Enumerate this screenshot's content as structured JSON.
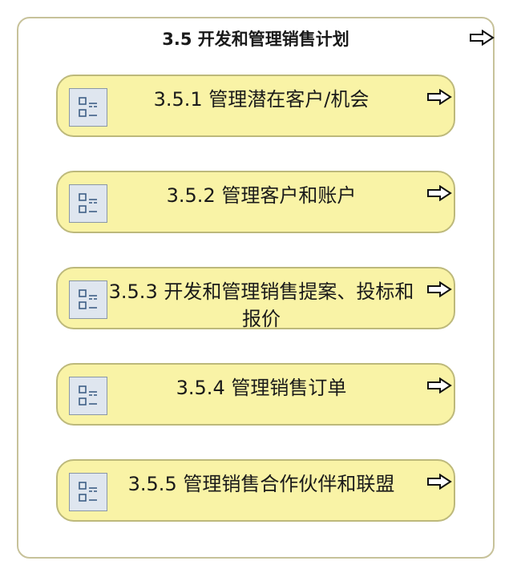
{
  "group": {
    "title": "3.5 开发和管理销售计划",
    "arrow_icon": "arrow-right-outline-icon"
  },
  "processes": [
    {
      "label": "3.5.1 管理潜在客户/机会",
      "icon": "process-list-icon",
      "arrow_icon": "arrow-right-outline-icon"
    },
    {
      "label": "3.5.2 管理客户和账户",
      "icon": "process-list-icon",
      "arrow_icon": "arrow-right-outline-icon"
    },
    {
      "label": "3.5.3 开发和管理销售提案、投标和报价",
      "icon": "process-list-icon",
      "arrow_icon": "arrow-right-outline-icon"
    },
    {
      "label": "3.5.4 管理销售订单",
      "icon": "process-list-icon",
      "arrow_icon": "arrow-right-outline-icon"
    },
    {
      "label": "3.5.5 管理销售合作伙伴和联盟",
      "icon": "process-list-icon",
      "arrow_icon": "arrow-right-outline-icon"
    }
  ],
  "colors": {
    "process_fill": "#f9f3a6",
    "process_border": "#bdb97b",
    "group_border": "#c7c29a",
    "icon_fill": "#dfe6ef",
    "icon_stroke": "#3f5f86"
  }
}
